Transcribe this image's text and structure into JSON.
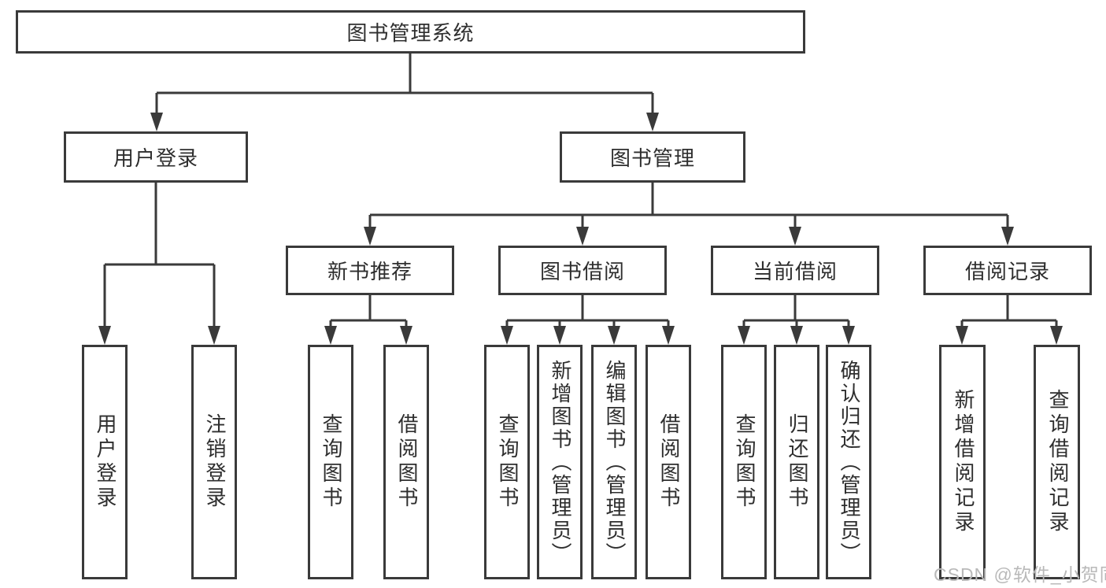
{
  "diagram": {
    "root": {
      "label": "图书管理系统"
    },
    "level2": [
      {
        "id": "user-login",
        "label": "用户登录"
      },
      {
        "id": "book-management",
        "label": "图书管理"
      }
    ],
    "level3": [
      {
        "id": "new-book-recommend",
        "label": "新书推荐"
      },
      {
        "id": "book-borrowing",
        "label": "图书借阅"
      },
      {
        "id": "current-borrowing",
        "label": "当前借阅"
      },
      {
        "id": "borrowing-records",
        "label": "借阅记录"
      }
    ],
    "leaves": [
      {
        "id": "user-login-leaf",
        "label": "用户登录"
      },
      {
        "id": "logout",
        "label": "注销登录"
      },
      {
        "id": "query-books-1",
        "label": "查询图书"
      },
      {
        "id": "borrow-books-1",
        "label": "借阅图书"
      },
      {
        "id": "query-books-2",
        "label": "查询图书"
      },
      {
        "id": "add-book-admin",
        "label": "新增图书（管理员）"
      },
      {
        "id": "edit-book-admin",
        "label": "编辑图书（管理员）"
      },
      {
        "id": "borrow-books-2",
        "label": "借阅图书"
      },
      {
        "id": "query-books-3",
        "label": "查询图书"
      },
      {
        "id": "return-book",
        "label": "归还图书"
      },
      {
        "id": "confirm-return-admin",
        "label": "确认归还（管理员）"
      },
      {
        "id": "add-borrow-record",
        "label": "新增借阅记录"
      },
      {
        "id": "query-borrow-record",
        "label": "查询借阅记录"
      }
    ],
    "watermark": "CSDN @软件_小贺同学"
  },
  "colors": {
    "line": "#3a3a3a",
    "text": "#2e2e2e",
    "watermark": "#b9b9b9",
    "background": "#ffffff"
  }
}
